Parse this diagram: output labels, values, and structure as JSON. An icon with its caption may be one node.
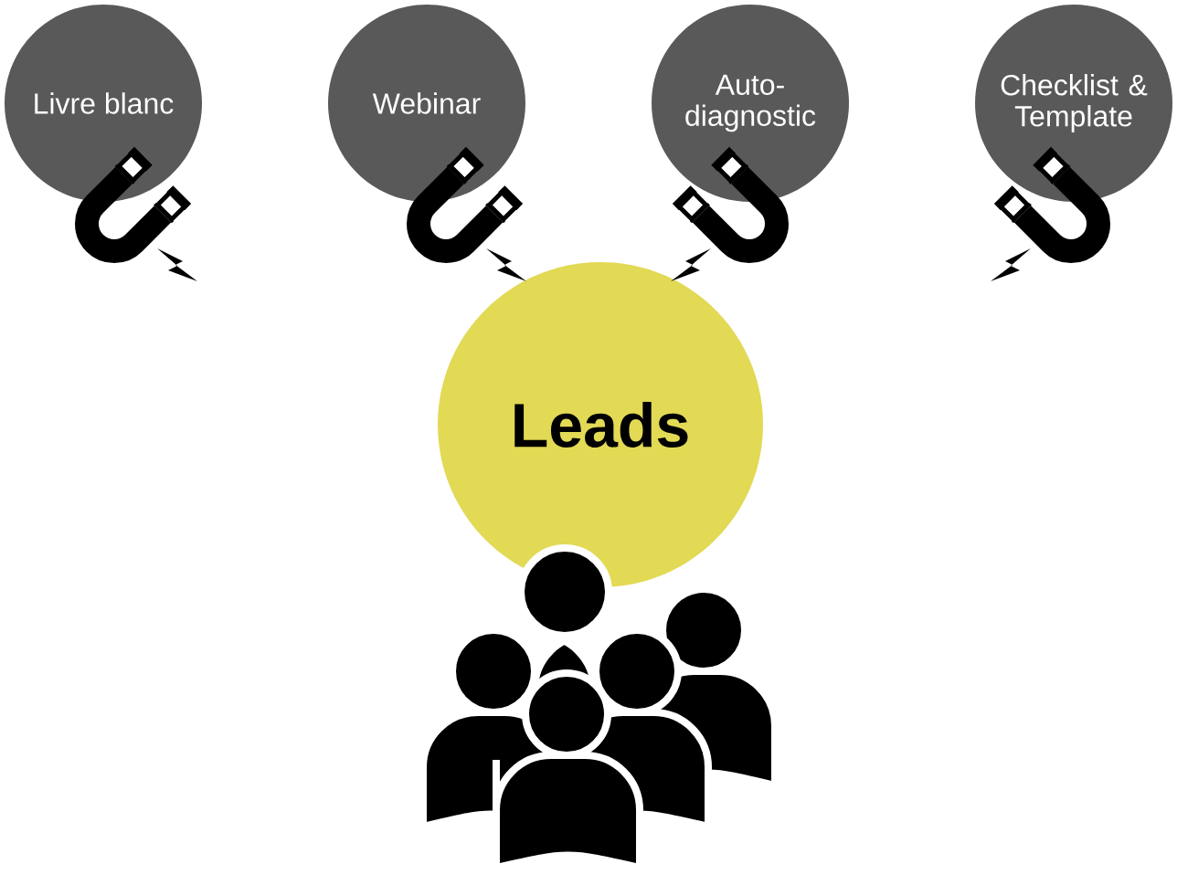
{
  "diagram": {
    "nodes": [
      {
        "text": [
          "Livre blanc"
        ]
      },
      {
        "text": [
          "Webinar"
        ]
      },
      {
        "text": [
          "Auto-diagnostic"
        ]
      },
      {
        "text": [
          "Checklist & Template"
        ]
      },
      {
        "text": [
          "Leads"
        ]
      }
    ]
  }
}
